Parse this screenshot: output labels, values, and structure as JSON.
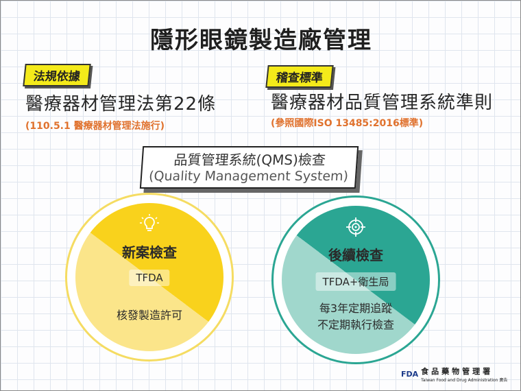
{
  "title": "隱形眼鏡製造廠管理",
  "left": {
    "tag": "法規依據",
    "main": "醫療器材管理法第22條",
    "note": "(110.5.1 醫療器材管理法施行)"
  },
  "right": {
    "tag": "稽查標準",
    "main": "醫療器材品質管理系統準則",
    "note": "(參照國際ISO 13485:2016標準)"
  },
  "qms": {
    "line1": "品質管理系統(QMS)檢查",
    "line2": "(Quality Management System)"
  },
  "circles": [
    {
      "icon": "lightbulb-icon",
      "title": "新案檢查",
      "badge": "TFDA",
      "desc": [
        "核發製造許可"
      ],
      "dark": "#f9d21c",
      "light": "#fbe58a",
      "ring": "#f5dc62"
    },
    {
      "icon": "target-icon",
      "title": "後續檢查",
      "badge": "TFDA+衛生局",
      "desc": [
        "每3年定期追蹤",
        "不定期執行檢查"
      ],
      "dark": "#2ba693",
      "light": "#a0d7cc",
      "ring": "#2ba693"
    }
  ],
  "footer": {
    "logo_text": "FDA",
    "name_zh": "食品藥物管理署",
    "name_en": "Taiwan Food and Drug Administration",
    "ad": "廣告"
  }
}
